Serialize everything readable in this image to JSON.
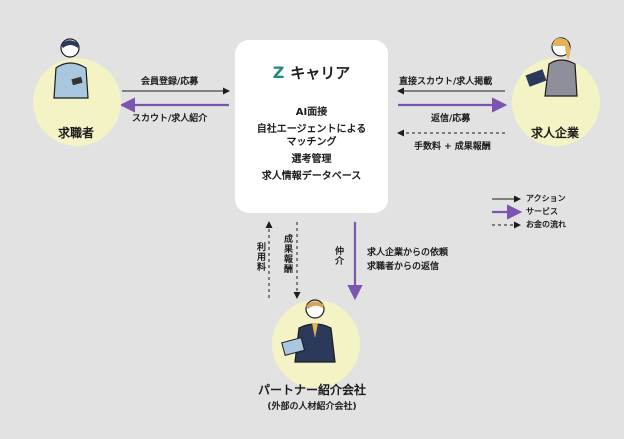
{
  "center": {
    "brand_mark": "Z",
    "brand": "キャリア",
    "services": [
      "AI面接",
      "自社エージェントによる\nマッチング",
      "選考管理",
      "求人情報データベース"
    ]
  },
  "nodes": {
    "seeker": "求職者",
    "company": "求人企業",
    "partner": "パートナー紹介会社",
    "partner_sub": "(外部の人材紹介会社)"
  },
  "flows": {
    "seeker_to_center": "会員登録/応募",
    "center_to_seeker": "スカウト/求人紹介",
    "company_to_center": "直接スカウト/求人掲載",
    "center_to_company": "返信/応募",
    "company_money": "手数料 + 成果報酬",
    "partner_fee": "利用料",
    "partner_reward": "成果報酬",
    "mediation": "仲介",
    "mediation_desc_1": "求人企業からの依頼",
    "mediation_desc_2": "求職者からの返信"
  },
  "legend": {
    "action": "アクション",
    "service": "サービス",
    "money": "お金の流れ"
  },
  "colors": {
    "background": "#e2e2e2",
    "circle": "#f4f3c6",
    "accent_purple": "#7b55b0",
    "brand_teal": "#1f8a82",
    "line_dark": "#1c1c1c"
  }
}
